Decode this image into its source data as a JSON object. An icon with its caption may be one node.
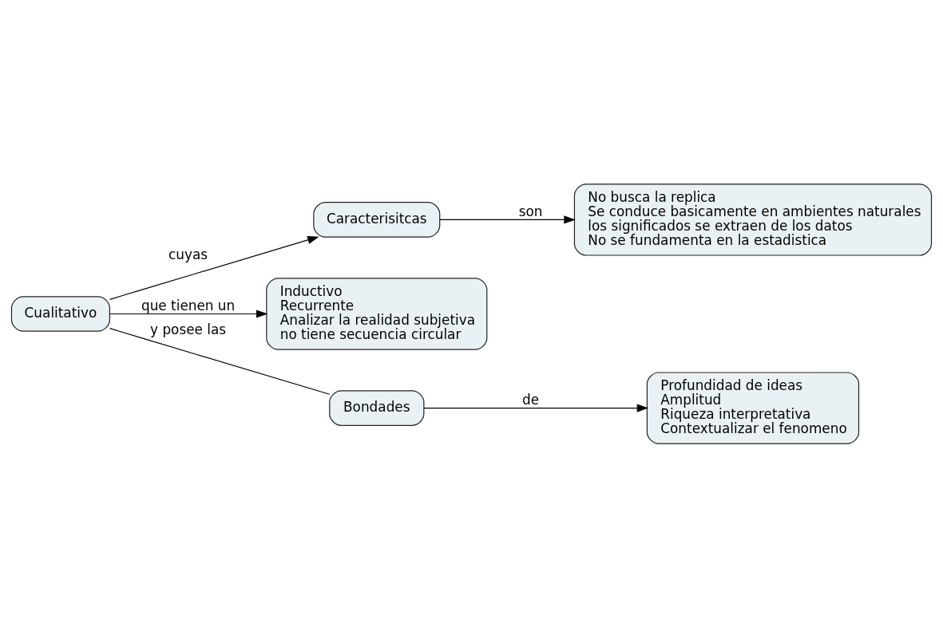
{
  "diagram": {
    "nodes": [
      {
        "text": [
          "Cualitativo"
        ]
      },
      {
        "text": [
          "Caracterisitcas"
        ]
      },
      {
        "text": [
          "No busca la replica",
          "Se conduce basicamente en ambientes naturales",
          "los significados se extraen de los datos",
          "No se fundamenta en la estadistica"
        ]
      },
      {
        "text": [
          "Inductivo",
          "Recurrente",
          "Analizar la realidad subjetiva",
          "no tiene secuencia circular"
        ]
      },
      {
        "text": [
          "Bondades"
        ]
      },
      {
        "text": [
          "Profundidad de ideas",
          "Amplitud",
          "Riqueza interpretativa",
          "Contextualizar el fenomeno"
        ]
      }
    ],
    "edges": [
      {
        "from": 0,
        "to": 1,
        "arrow": "to",
        "label": "cuyas"
      },
      {
        "from": 1,
        "to": 2,
        "arrow": "to",
        "label": "son"
      },
      {
        "from": 0,
        "to": 3,
        "arrow": "to",
        "label": "que tienen un"
      },
      {
        "from": 0,
        "to": 4,
        "arrow": "none",
        "label": "y posee las"
      },
      {
        "from": 4,
        "to": 5,
        "arrow": "to",
        "label": "de"
      }
    ]
  }
}
